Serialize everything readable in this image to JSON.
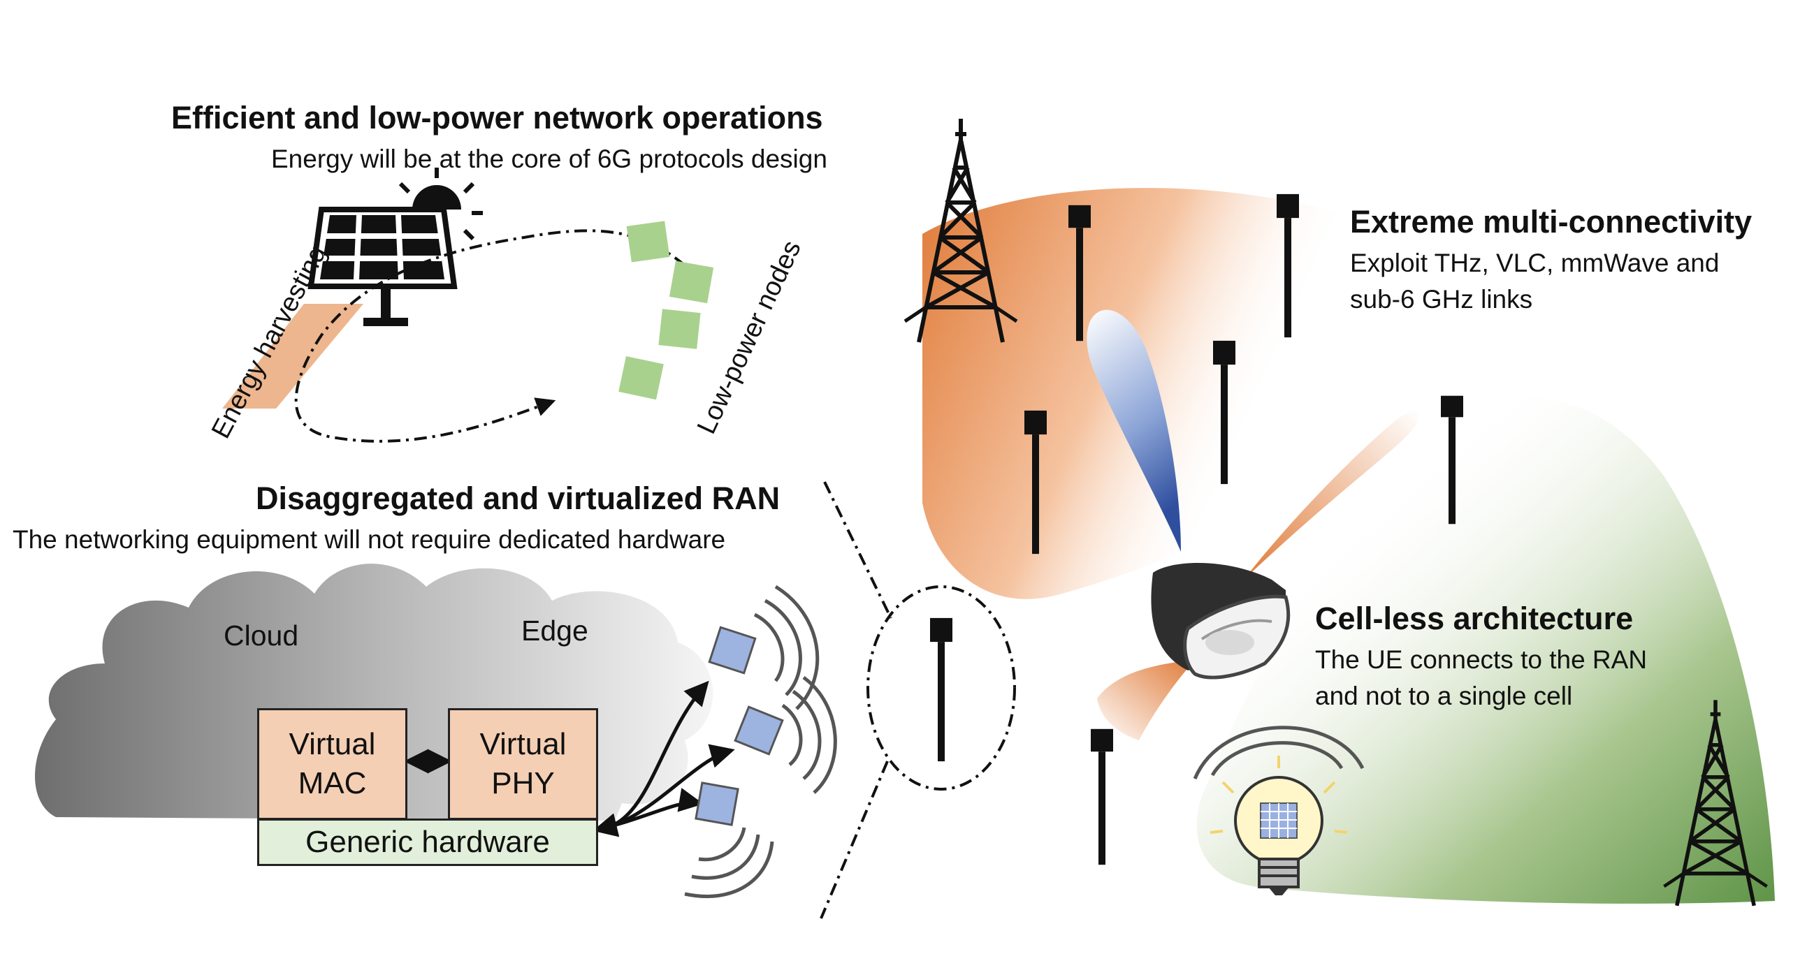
{
  "sections": {
    "efficient": {
      "title": "Efficient and low-power network operations",
      "subtitle": "Energy will be at the core of 6G protocols design",
      "energy_label": "Energy harvesting",
      "nodes_label": "Low-power nodes"
    },
    "ran": {
      "title": "Disaggregated and virtualized RAN",
      "subtitle": "The networking equipment will not require dedicated hardware",
      "cloud_label": "Cloud",
      "edge_label": "Edge",
      "virtual_mac_line1": "Virtual",
      "virtual_mac_line2": "MAC",
      "virtual_phy_line1": "Virtual",
      "virtual_phy_line2": "PHY",
      "hardware_label": "Generic hardware"
    },
    "multiconn": {
      "title": "Extreme multi-connectivity",
      "subtitle_line1": "Exploit THz, VLC, mmWave and",
      "subtitle_line2": "sub-6 GHz links"
    },
    "cellless": {
      "title": "Cell-less architecture",
      "subtitle_line1": "The UE connects to the RAN",
      "subtitle_line2": "and not to a single cell"
    }
  },
  "colors": {
    "orange": "#e07b39",
    "green": "#6a9c52",
    "peach_box": "#f4cfb4",
    "hardware_box": "#e2efda",
    "node_green": "#a9d18e",
    "device_blue": "#9db3e0",
    "beam_blue": "#3e5fa8"
  },
  "icons": [
    "solar-panel-icon",
    "sun-icon",
    "tower-icon",
    "antenna-icon",
    "vr-headset-icon",
    "lightbulb-icon",
    "wireless-device-icon"
  ]
}
